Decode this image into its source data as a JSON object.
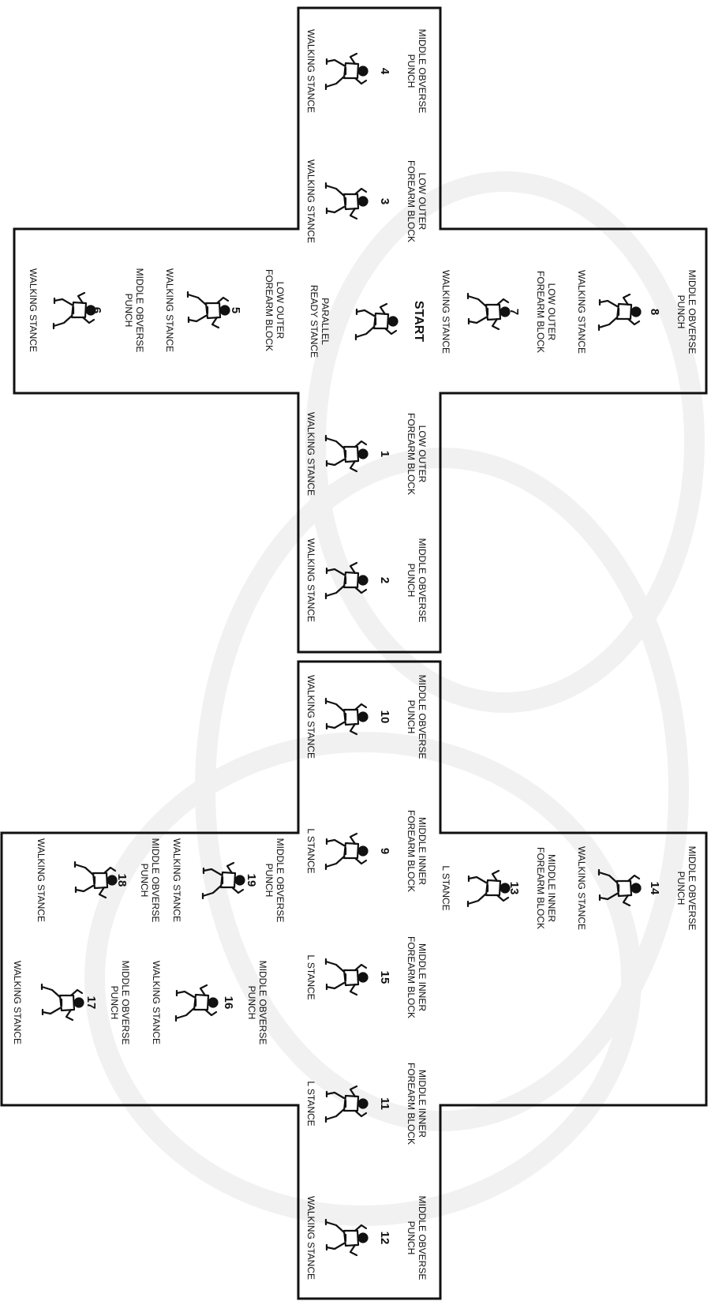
{
  "moves": [
    {
      "id": "4",
      "tech1": "MIDDLE OBVERSE",
      "tech2": "PUNCH",
      "stance1": "WALKING STANCE",
      "stance2": ""
    },
    {
      "id": "3",
      "tech1": "LOW OUTER",
      "tech2": "FOREARM BLOCK",
      "stance1": "WALKING STANCE",
      "stance2": ""
    },
    {
      "id": "8",
      "tech1": "MIDDLE OBVERSE",
      "tech2": "PUNCH",
      "stance1": "WALKING STANCE",
      "stance2": ""
    },
    {
      "id": "7",
      "tech1": "LOW OUTER",
      "tech2": "FOREARM BLOCK",
      "stance1": "WALKING STANCE",
      "stance2": ""
    },
    {
      "id": "START",
      "tech1": "",
      "tech2": "",
      "stance1": "PARALLEL",
      "stance2": "READY STANCE"
    },
    {
      "id": "5",
      "tech1": "LOW OUTER",
      "tech2": "FOREARM BLOCK",
      "stance1": "WALKING STANCE",
      "stance2": ""
    },
    {
      "id": "6",
      "tech1": "MIDDLE OBVERSE",
      "tech2": "PUNCH",
      "stance1": "WALKING STANCE",
      "stance2": ""
    },
    {
      "id": "1",
      "tech1": "LOW OUTER",
      "tech2": "FOREARM BLOCK",
      "stance1": "WALKING STANCE",
      "stance2": ""
    },
    {
      "id": "2",
      "tech1": "MIDDLE OBVERSE",
      "tech2": "PUNCH",
      "stance1": "WALKING STANCE",
      "stance2": ""
    },
    {
      "id": "10",
      "tech1": "MIDDLE OBVERSE",
      "tech2": "PUNCH",
      "stance1": "WALKING STANCE",
      "stance2": ""
    },
    {
      "id": "9",
      "tech1": "MIDDLE INNER",
      "tech2": "FOREARM BLOCK",
      "stance1": "L STANCE",
      "stance2": ""
    },
    {
      "id": "14",
      "tech1": "MIDDLE OBVERSE",
      "tech2": "PUNCH",
      "stance1": "WALKING STANCE",
      "stance2": ""
    },
    {
      "id": "13",
      "tech1": "MIDDLE INNER",
      "tech2": "FOREARM BLOCK",
      "stance1": "L STANCE",
      "stance2": ""
    },
    {
      "id": "15",
      "tech1": "MIDDLE INNER",
      "tech2": "FOREARM BLOCK",
      "stance1": "L STANCE",
      "stance2": ""
    },
    {
      "id": "19",
      "tech1": "MIDDLE OBVERSE",
      "tech2": "PUNCH",
      "stance1": "WALKING STANCE",
      "stance2": ""
    },
    {
      "id": "18",
      "tech1": "MIDDLE OBVERSE",
      "tech2": "PUNCH",
      "stance1": "WALKING STANCE",
      "stance2": ""
    },
    {
      "id": "16",
      "tech1": "MIDDLE OBVERSE",
      "tech2": "PUNCH",
      "stance1": "WALKING STANCE",
      "stance2": ""
    },
    {
      "id": "17",
      "tech1": "MIDDLE OBVERSE",
      "tech2": "PUNCH",
      "stance1": "WALKING STANCE",
      "stance2": ""
    },
    {
      "id": "11",
      "tech1": "MIDDLE INNER",
      "tech2": "FOREARM BLOCK",
      "stance1": "L STANCE",
      "stance2": ""
    },
    {
      "id": "12",
      "tech1": "MIDDLE OBVERSE",
      "tech2": "PUNCH",
      "stance1": "WALKING STANCE",
      "stance2": ""
    }
  ],
  "figure_icon": "martial-artist-figure-icon",
  "colors": {
    "line": "#111111",
    "background": "#ffffff",
    "watermark": "#f2f2f2"
  }
}
